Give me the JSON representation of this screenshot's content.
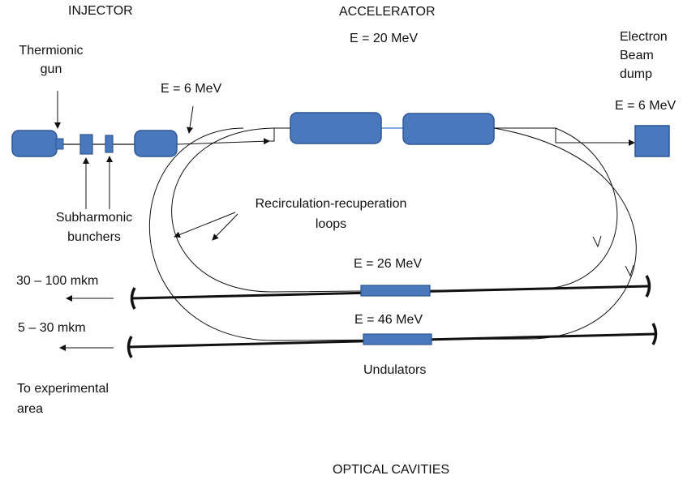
{
  "labels": {
    "injector": "INJECTOR",
    "accelerator": "ACCELERATOR",
    "accel_energy": "E = 20 MeV",
    "thermionic_gun": [
      "Thermionic",
      "gun"
    ],
    "injector_energy": "E = 6 MeV",
    "beam_dump": [
      "Electron",
      "Beam",
      "dump"
    ],
    "dump_energy": "E = 6 MeV",
    "subharmonic_bunchers": [
      "Subharmonic",
      "bunchers"
    ],
    "recirculation_loops": [
      "Recirculation-recuperation",
      "loops"
    ],
    "energy_26": "E = 26 MeV",
    "energy_46": "E = 46 MeV",
    "wavelength_1": "30 – 100 mkm",
    "wavelength_2": "5 – 30 mkm",
    "undulators": "Undulators",
    "experimental_area": [
      "To experimental",
      "area"
    ],
    "optical_cavities": "OPTICAL CAVITIES"
  },
  "colors": {
    "component_fill": "#4a78bd",
    "component_stroke": "#2f5597",
    "line": "#111111"
  }
}
